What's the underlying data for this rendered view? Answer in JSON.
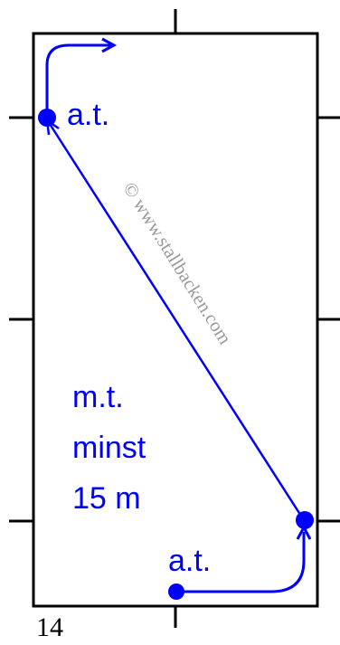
{
  "diagram": {
    "labels": {
      "start_marker": "a.t.",
      "end_marker": "a.t.",
      "middle_line_1": "m.t.",
      "middle_line_2": "minst",
      "middle_line_3": "15 m"
    },
    "page_number": "14",
    "watermark": "© www.stallbacken.com"
  },
  "colors": {
    "path": "#0000ff",
    "arena": "#000000",
    "watermark": "#9a9a9a",
    "background": "#ffffff"
  }
}
